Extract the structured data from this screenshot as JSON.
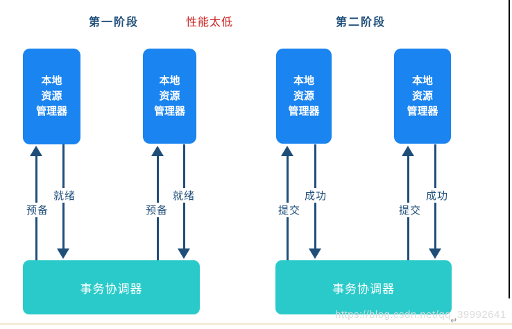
{
  "diagram": {
    "phase1_title": "第一阶段",
    "phase2_title": "第二阶段",
    "annotation": "性能太低",
    "resource_manager": {
      "line1": "本地",
      "line2": "资源",
      "line3": "管理器"
    },
    "coordinator": "事务协调器",
    "labels": {
      "prepare": "预备",
      "ready": "就绪",
      "commit": "提交",
      "success": "成功"
    },
    "colors": {
      "resource_box": "#1a84f0",
      "coordinator_box": "#2bcaca",
      "arrow": "#1f4e79",
      "title": "#1f4e79",
      "annotation": "#cc2222",
      "watermark": "#dcdcdc",
      "bottom_rule": "#f2ecda",
      "right_rule": "#000000"
    }
  },
  "watermark": "https://blog.csdn.net/qq_39992641",
  "return_mark": "↵"
}
